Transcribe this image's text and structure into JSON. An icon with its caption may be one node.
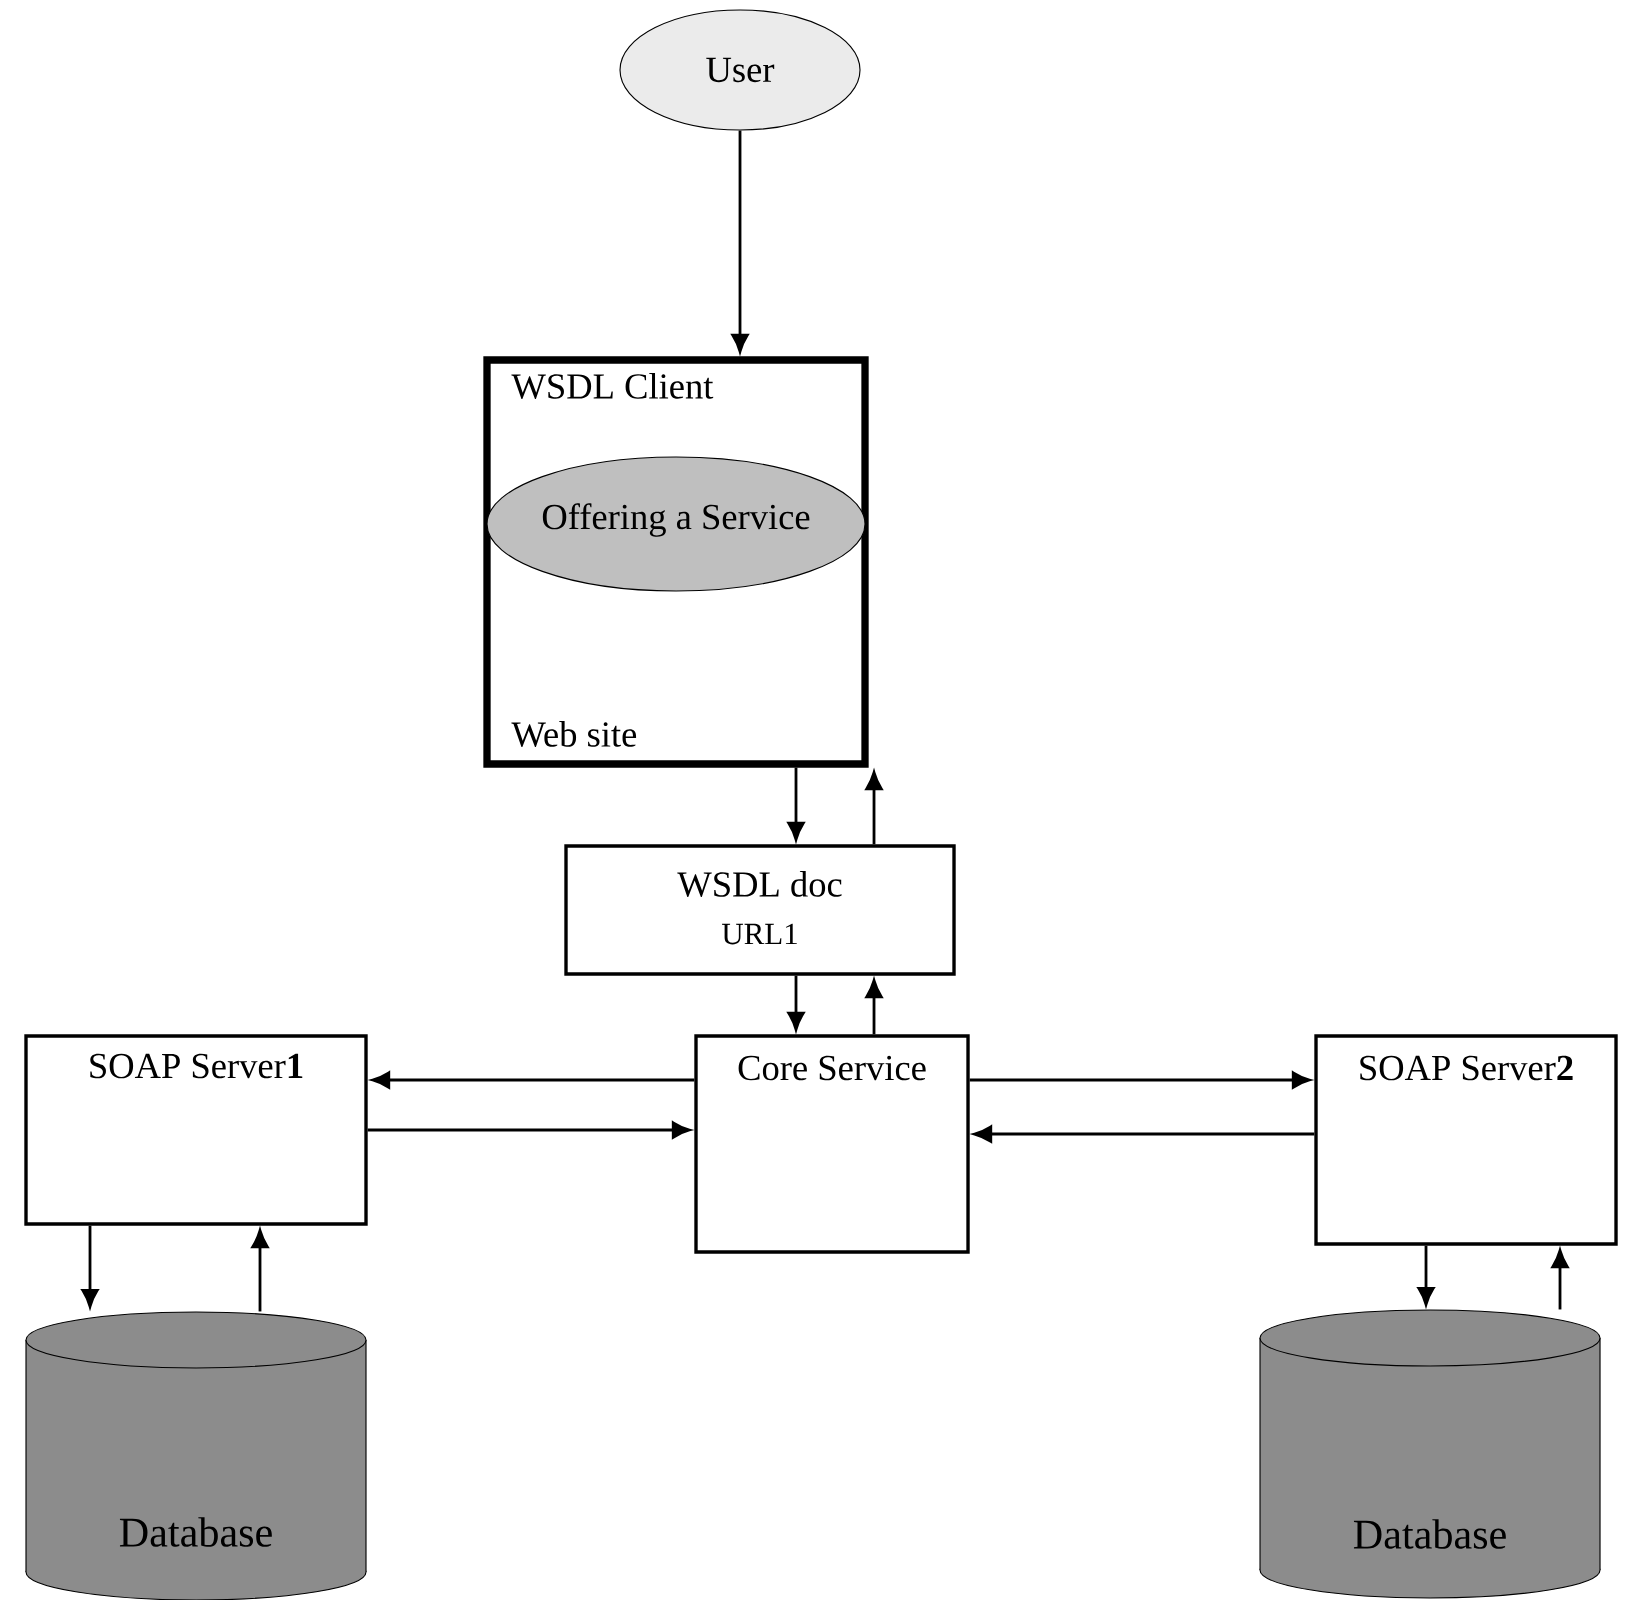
{
  "diagram": {
    "nodes": [
      {
        "text": [
          "User"
        ]
      },
      {
        "text": [
          "WSDL Client",
          "Web site"
        ]
      },
      {
        "text": [
          "Offering a Service"
        ],
        "in": 1
      },
      {
        "text": [
          "WSDL doc",
          "URL1"
        ]
      },
      {
        "text": [
          "SOAP Server**1**"
        ]
      },
      {
        "text": [
          "Core Service"
        ]
      },
      {
        "text": [
          "SOAP Server**2**"
        ]
      },
      {
        "text": [
          "Database"
        ]
      },
      {
        "text": [
          "Database"
        ]
      }
    ],
    "edges": [
      {
        "from": 0,
        "to": 1,
        "arrow": "to"
      },
      {
        "from": 1,
        "to": 3,
        "arrow": "to"
      },
      {
        "from": 3,
        "to": 1,
        "arrow": "to"
      },
      {
        "from": 3,
        "to": 5,
        "arrow": "to"
      },
      {
        "from": 5,
        "to": 3,
        "arrow": "to"
      },
      {
        "from": 5,
        "to": 4,
        "arrow": "to"
      },
      {
        "from": 4,
        "to": 5,
        "arrow": "to"
      },
      {
        "from": 5,
        "to": 6,
        "arrow": "to"
      },
      {
        "from": 6,
        "to": 5,
        "arrow": "to"
      },
      {
        "from": 4,
        "to": 7,
        "arrow": "to"
      },
      {
        "from": 7,
        "to": 4,
        "arrow": "to"
      },
      {
        "from": 6,
        "to": 8,
        "arrow": "to"
      },
      {
        "from": 8,
        "to": 6,
        "arrow": "to"
      }
    ]
  }
}
